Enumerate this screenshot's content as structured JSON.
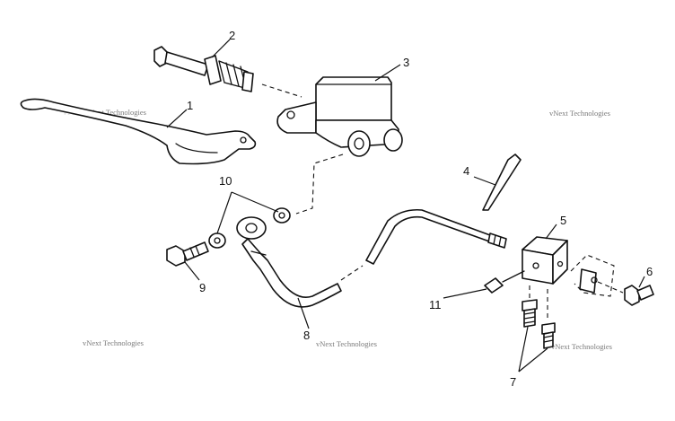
{
  "diagram": {
    "callouts": {
      "c1": "1",
      "c2": "2",
      "c3": "3",
      "c4": "4",
      "c5": "5",
      "c6": "6",
      "c7": "7",
      "c8": "8",
      "c9": "9",
      "c10": "10",
      "c11": "11"
    },
    "watermark": "vNext Technologies"
  }
}
